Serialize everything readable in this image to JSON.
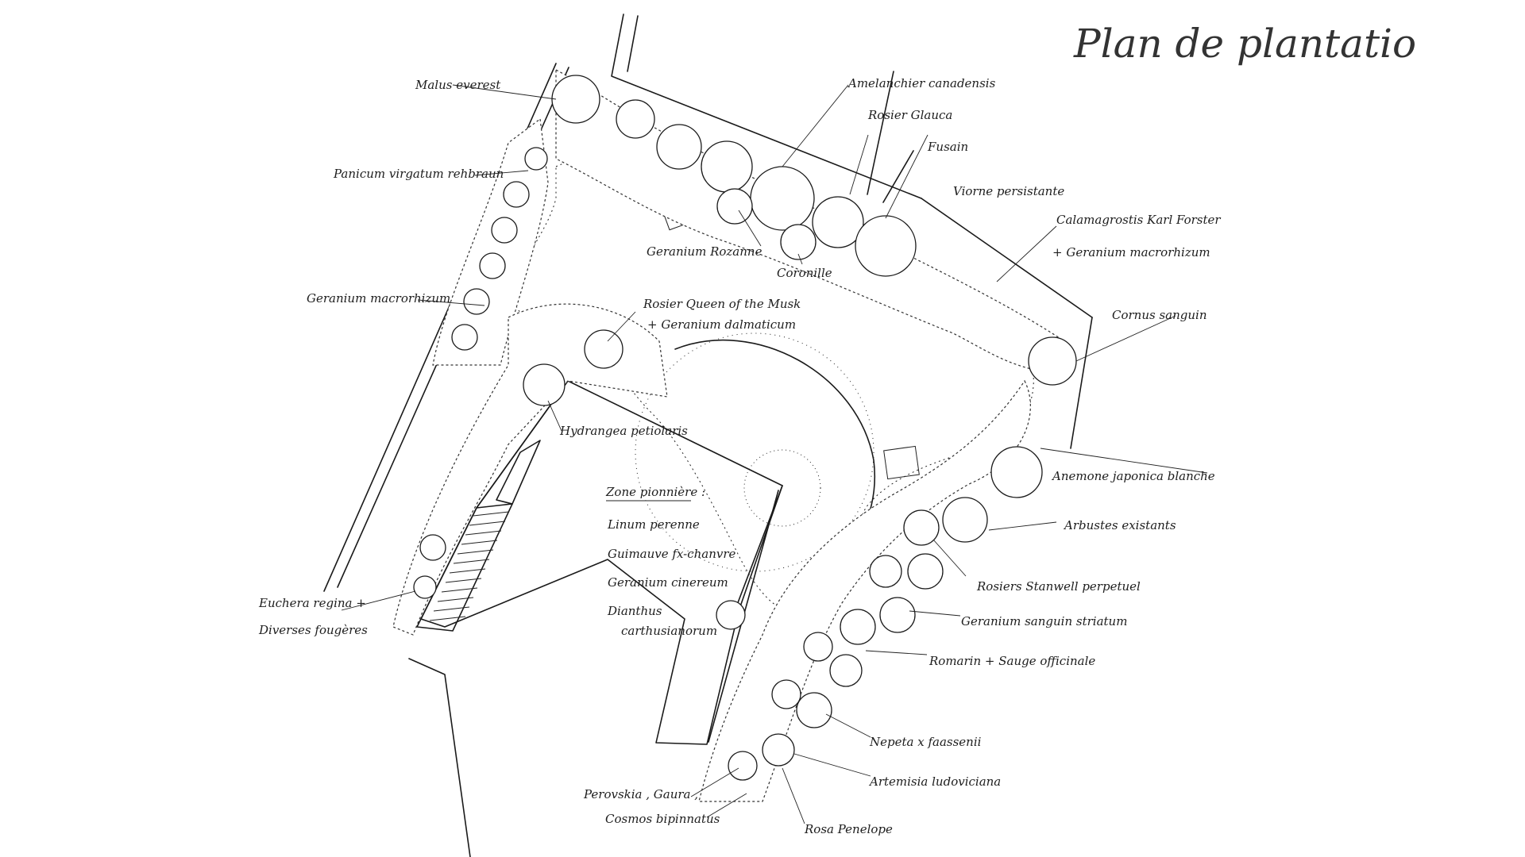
{
  "title": "Plan de plantatio",
  "labels": {
    "malus": "Malus everest",
    "panicum": "Panicum virgatum rehbraun",
    "geranium_macro_left": "Geranium macrorhizum",
    "euchera_1": "Euchera regina +",
    "euchera_2": "Diverses fougères",
    "amelanchier": "Amelanchier canadensis",
    "rosier_glauca": "Rosier Glauca",
    "fusain": "Fusain",
    "viorne": "Viorne persistante",
    "calamagrostis": "Calamagrostis Karl Forster",
    "geranium_macro_right": "+ Geranium macrorhizum",
    "geranium_rozanne": "Geranium Rozanne",
    "coronille": "Coronille",
    "cornus": "Cornus sanguin",
    "rosier_queen_1": "Rosier Queen of the Musk",
    "rosier_queen_2": "+ Geranium dalmaticum",
    "hydrangea": "Hydrangea petiolaris",
    "anemone": "Anemone japonica blanche",
    "arbustes": "Arbustes existants",
    "rosiers_stanwell": "Rosiers Stanwell perpetuel",
    "geranium_sanguin": "Geranium sanguin striatum",
    "romarin": "Romarin + Sauge officinale",
    "nepeta": "Nepeta x faassenii",
    "artemisia": "Artemisia ludoviciana",
    "rosa_penelope": "Rosa Penelope",
    "perovskia": "Perovskia , Gaura ,",
    "cosmos": "Cosmos bipinnatus",
    "zone_title": "Zone pionnière :",
    "zone_items": [
      "Linum perenne",
      "Guimauve fx-chanvre",
      "Geranium cinereum",
      "Dianthus",
      "carthusianorum"
    ]
  }
}
